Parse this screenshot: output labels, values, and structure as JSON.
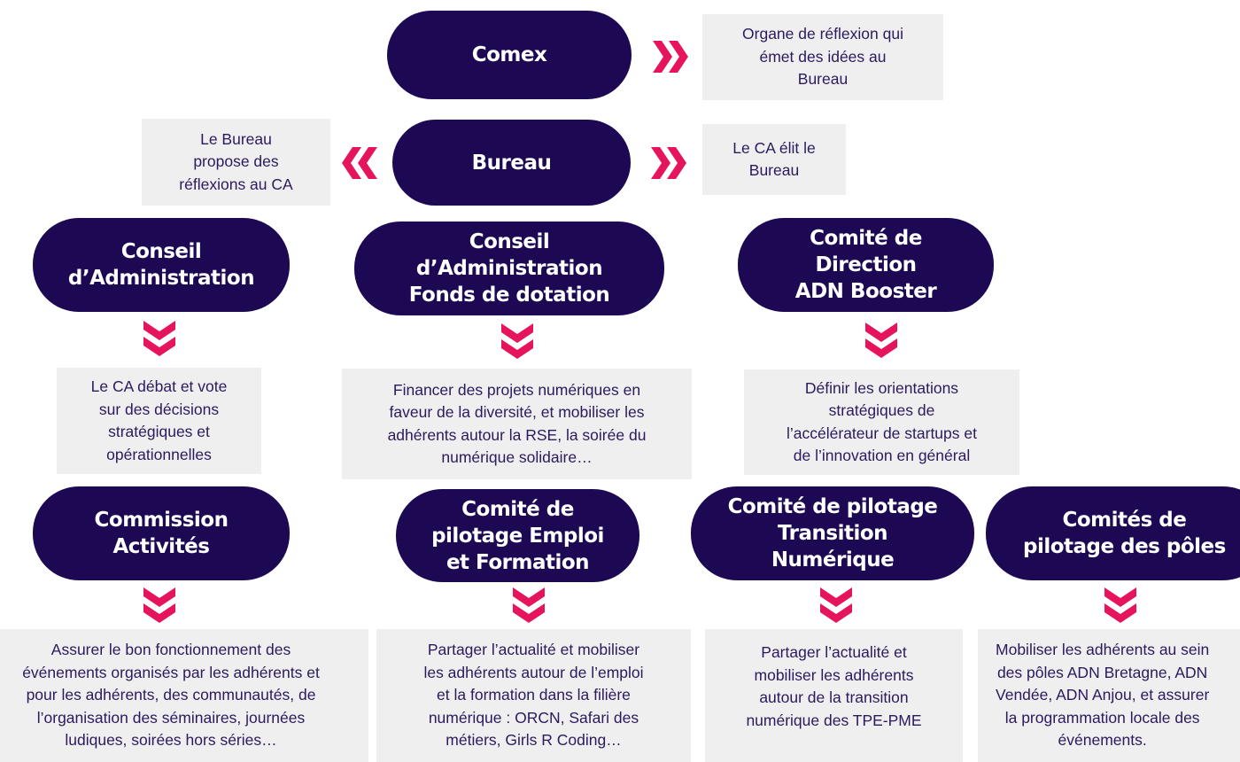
{
  "colors": {
    "pill": "#1d0953",
    "accent": "#e6135d",
    "box": "#efefef",
    "text": "#2b1a5e"
  },
  "nodes": {
    "comex": "Comex",
    "bureau": "Bureau",
    "ca": "Conseil\nd’Administration",
    "ca_fonds": "Conseil\nd’Administration\nFonds de dotation",
    "codir": "Comité de\nDirection\nADN Booster",
    "commission": "Commission\nActivités",
    "emploi": "Comité de\npilotage Emploi\net Formation",
    "transition": "Comité de pilotage\nTransition\nNumérique",
    "poles": "Comités de\npilotage des pôles"
  },
  "descriptions": {
    "comex": "Organe de réflexion qui\német des idées au\nBureau",
    "bureau_right": "Le CA élit le\nBureau",
    "bureau_left": "Le Bureau\npropose des\nréflexions au CA",
    "ca": "Le CA débat et vote\nsur des décisions\nstratégiques et\nopérationnelles",
    "ca_fonds": "Financer des projets numériques en\nfaveur de la diversité, et mobiliser les\nadhérents autour la RSE, la soirée du\nnumérique solidaire…",
    "codir": "Définir les orientations\nstratégiques de\nl’accélérateur de startups et\nde l’innovation en général",
    "commission": "Assurer le bon fonctionnement des\névénements organisés par les adhérents et\npour les adhérents, des communautés, de\nl’organisation des séminaires, journées\nludiques, soirées hors séries…",
    "emploi": "Partager l’actualité et mobiliser\nles adhérents autour de l’emploi\net la formation dans la filière\nnumérique : ORCN, Safari des\nmétiers, Girls R Coding…",
    "transition": "Partager l’actualité et\nmobiliser les adhérents\nautour de la transition\nnumérique des TPE-PME",
    "poles": "Mobiliser les adhérents au sein\ndes pôles ADN Bretagne, ADN\nVendée, ADN Anjou, et assurer\nla programmation locale des\névénements."
  }
}
